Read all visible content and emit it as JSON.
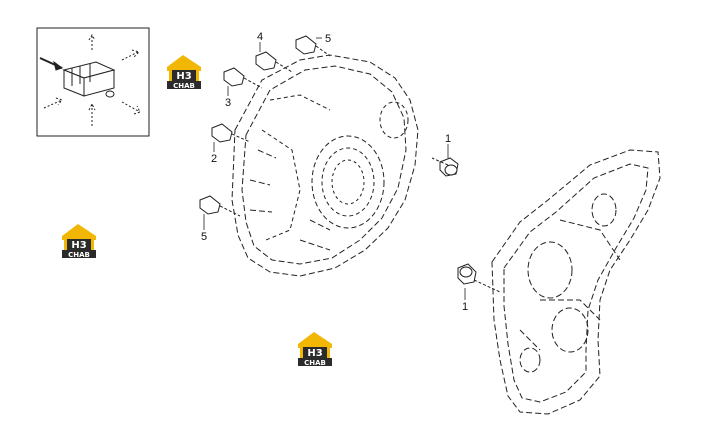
{
  "diagram": {
    "callouts": [
      {
        "id": "c1-top",
        "label": "1"
      },
      {
        "id": "c1-bottom",
        "label": "1"
      },
      {
        "id": "c2",
        "label": "2"
      },
      {
        "id": "c3",
        "label": "3"
      },
      {
        "id": "c4",
        "label": "4"
      },
      {
        "id": "c5-top",
        "label": "5"
      },
      {
        "id": "c5-left",
        "label": "5"
      }
    ]
  },
  "watermark": {
    "mark": "H3",
    "brand": "CHAB",
    "colors": {
      "roof": "#f2b705",
      "dark": "#2b2b2b",
      "light": "#ffffff"
    }
  },
  "colors": {
    "line": "#222222",
    "bg": "#ffffff"
  },
  "icons": [
    "orientation-arrow-icon",
    "sensor-block-icon"
  ]
}
